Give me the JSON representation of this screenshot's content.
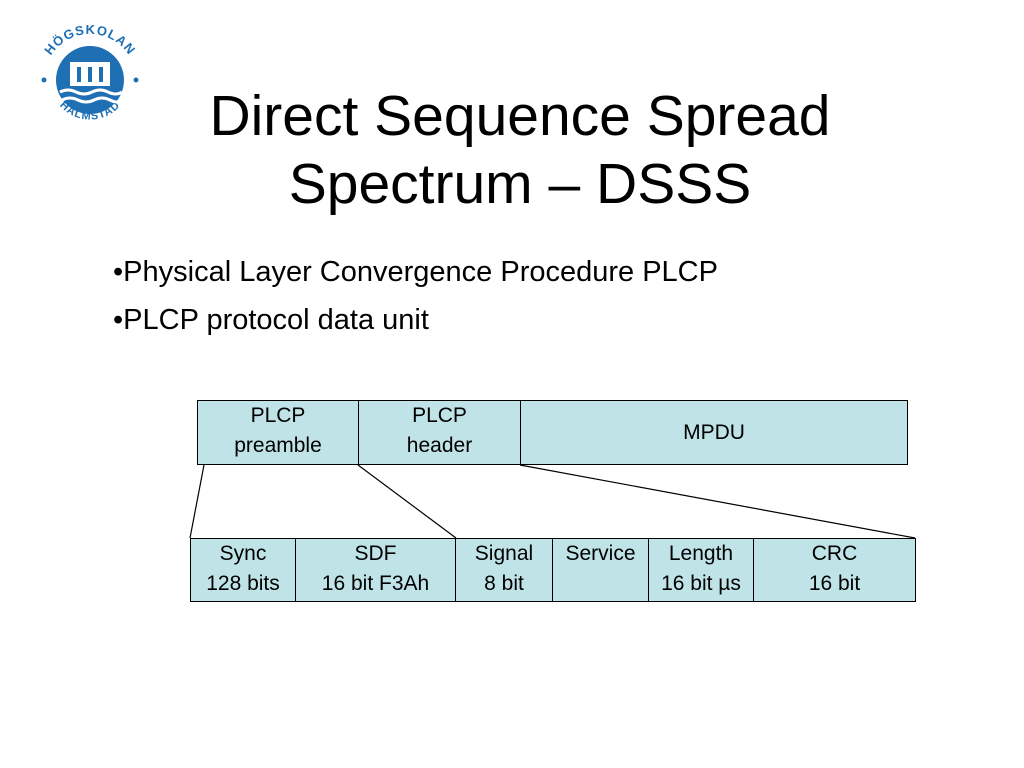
{
  "logo": {
    "top_text": "HÖGSKOLAN",
    "bottom_text": "HALMSTAD",
    "colors": {
      "primary": "#1f6fb5",
      "white": "#ffffff"
    }
  },
  "title": {
    "line1": "Direct Sequence Spread",
    "line2": "Spectrum – DSSS"
  },
  "bullets": [
    "•Physical Layer Convergence Procedure PLCP",
    "•PLCP protocol data unit"
  ],
  "frame_top": [
    {
      "line1": "PLCP",
      "line2": "preamble"
    },
    {
      "line1": "PLCP",
      "line2": "header"
    },
    {
      "line1": "MPDU",
      "line2": ""
    }
  ],
  "frame_bottom": [
    {
      "line1": "Sync",
      "line2": "128 bits"
    },
    {
      "line1": "SDF",
      "line2": "16 bit F3Ah"
    },
    {
      "line1": "Signal",
      "line2": "8 bit"
    },
    {
      "line1": "Service",
      "line2": ""
    },
    {
      "line1": "Length",
      "line2": "16 bit µs"
    },
    {
      "line1": "CRC",
      "line2": "16 bit"
    }
  ],
  "colors": {
    "cell_fill": "#bfe3e6",
    "border": "#000000",
    "text": "#000000"
  }
}
